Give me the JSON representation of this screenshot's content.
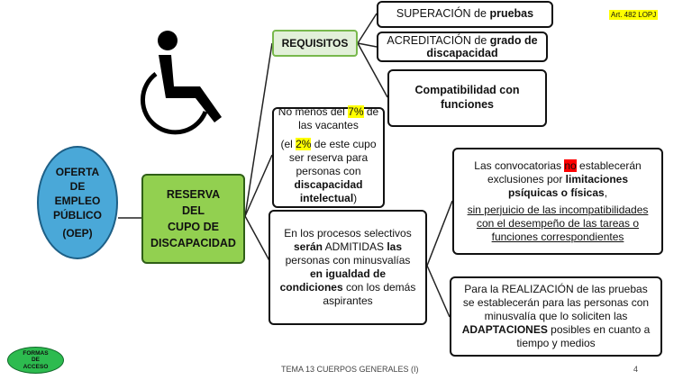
{
  "oep": {
    "l1": "OFERTA",
    "l2": "DE",
    "l3": "EMPLEO",
    "l4": "PÚBLICO",
    "l5": "(OEP)"
  },
  "reserva": {
    "l1": "RESERVA",
    "l2": "DEL",
    "l3": "CUPO DE",
    "l4": "DISCAPACIDAD"
  },
  "requisitos": {
    "label": "REQUISITOS",
    "superacion_a": "SUPERACIÓN de ",
    "superacion_b": "pruebas",
    "acreditacion_a": "ACREDITACIÓN de ",
    "acreditacion_b": "grado de discapacidad",
    "compat": "Compatibilidad con funciones"
  },
  "art": "Art. 482 LOPJ",
  "cupo": {
    "p1a": "No menos del ",
    "p1b": "7%",
    "p1c": " de las vacantes",
    "p2a": "(el ",
    "p2b": "2%",
    "p2c": " de este cupo ser reserva para personas con ",
    "p2d": "discapacidad intelectual",
    "p2e": ")"
  },
  "admitidas": {
    "a": "En los procesos selectivos ",
    "b": "serán",
    "c": " ADMITIDAS ",
    "d": "las",
    "e": " personas con minusvalías ",
    "f": "en igualdad de condiciones",
    "g": " con los demás aspirantes"
  },
  "convocatorias": {
    "a": "Las convocatorias ",
    "b": "no",
    "c": " establecerán exclusiones por ",
    "d": "limitaciones psíquicas o físicas",
    "e": ",",
    "f": "sin perjuicio de las incompatibilidades con el desempeño de las tareas o funciones correspondientes"
  },
  "realizacion": {
    "a": "Para la REALIZACIÓN de las pruebas se establecerán para las personas con minusvalía que lo soliciten las ",
    "b": "ADAPTACIONES",
    "c": " posibles en cuanto a tiempo y medios"
  },
  "formas": {
    "l1": "FORMAS",
    "l2": "DE",
    "l3": "ACCESO"
  },
  "footer": "TEMA 13 CUERPOS GENERALES (I)",
  "page_number": "4",
  "icon": "wheelchair-icon"
}
